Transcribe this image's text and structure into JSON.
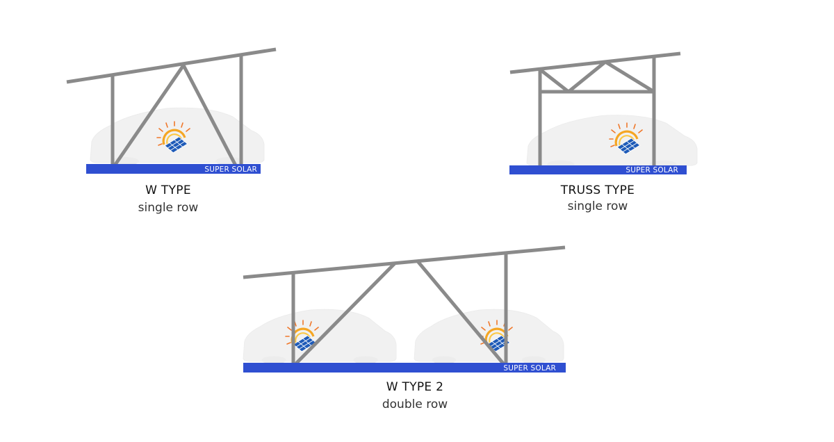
{
  "diagrams": [
    {
      "title": "W TYPE",
      "subtitle": "single row",
      "brand": "SUPER SOLAR"
    },
    {
      "title": "TRUSS TYPE",
      "subtitle": "single row",
      "brand": "SUPER SOLAR"
    },
    {
      "title": "W TYPE 2",
      "subtitle": "double row",
      "brand": "SUPER SOLAR"
    }
  ],
  "colors": {
    "frame": "#8a8a8a",
    "base": "#2f4fd1",
    "car": "#f1f1f1",
    "panel": "#1f5bb8",
    "sun": "#f5a623"
  },
  "icons": [
    "car-silhouette-icon",
    "solar-panel-sun-icon"
  ]
}
